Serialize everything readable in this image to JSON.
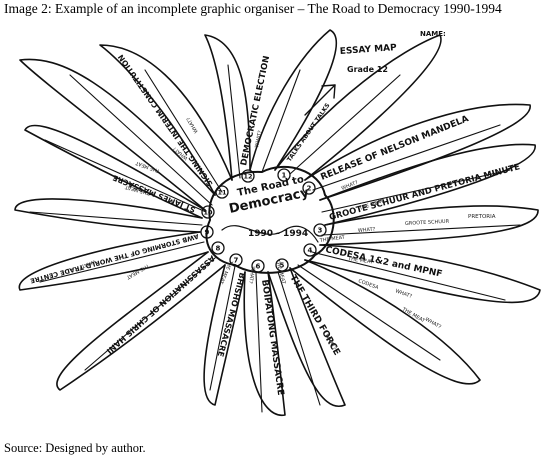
{
  "caption": "Image 2: Example of an incomplete graphic organiser – The Road to Democracy 1990-1994",
  "source": "Source: Designed by author.",
  "header": {
    "essay_map": "ESSAY MAP",
    "grade": "Grade 12",
    "name": "NAME:"
  },
  "center": {
    "title_line1": "The Road to",
    "title_line2": "Democracy",
    "years": "1990 - 1994"
  },
  "topics": [
    {
      "num": "1",
      "label": "TALKS ABOUT TALKS"
    },
    {
      "num": "2",
      "label": "RELEASE OF NELSON MANDELA"
    },
    {
      "num": "3",
      "label": "GROOTE SCHUUR AND PRETORIA MINUTE"
    },
    {
      "num": "4",
      "label": "CODESA 1&2 and MPNF"
    },
    {
      "num": "5",
      "label": "THE THIRD FORCE"
    },
    {
      "num": "6",
      "label": "BOIPATONG MASSACRE"
    },
    {
      "num": "7",
      "label": "BHISHO MASSACRE"
    },
    {
      "num": "8",
      "label": "ASSASSINATION OF CHRIS HANI"
    },
    {
      "num": "9",
      "label": "AWB STORMING OF THE WORLD TRADE CENTRE"
    },
    {
      "num": "10",
      "label": "ST JAMES MASSACRE"
    },
    {
      "num": "11",
      "label": "SIGNING THE INTERIM CONSTITUTION"
    },
    {
      "num": "12",
      "label": "DEMOCRATIC ELECTION"
    }
  ],
  "subs": {
    "what": "WHAT?",
    "the_meat": "THE MEAT",
    "codesa": "CODESA",
    "groote_schuur": "GROOTE SCHUUR",
    "pretoria": "PRETORIA"
  }
}
